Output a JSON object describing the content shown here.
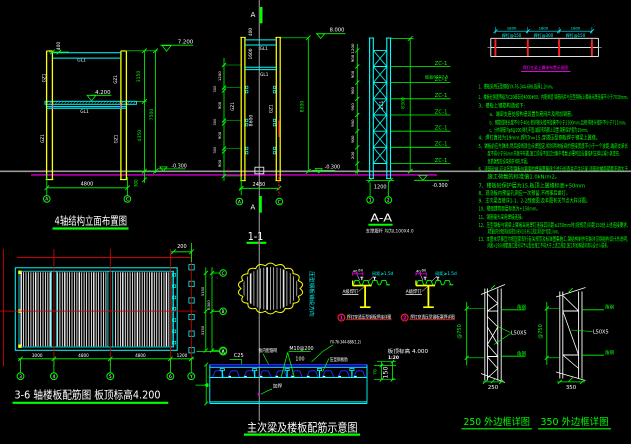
{
  "drawing": {
    "type": "structural CAD drawing",
    "background": "#000000",
    "accent_colors": {
      "green": "#00ff00",
      "cyan": "#00ffff",
      "yellow": "#ffff00",
      "red": "#ff0000",
      "magenta": "#ff00ff",
      "white": "#ffffff",
      "blue": "#2222ff",
      "gray": "#9a9a9a"
    }
  },
  "elev": {
    "title": "4轴结构立面布置图",
    "lvl_top": "7.200",
    "lvl_mid": "4.200",
    "lvl_ground": "-0.300",
    "beam_top": "GL1",
    "beam_mid": "GL1",
    "col_left": "GZ1",
    "col_right": "GZ1",
    "col_left2": "GZ1",
    "col_right2": "GZ1",
    "dim_400": "400",
    "dim_3150": "3150",
    "dim_4350": "4350",
    "dim_7500": "7500",
    "dim_300": "300",
    "dim_4800": "4800",
    "grid_a": "A",
    "grid_c": "C"
  },
  "sec11": {
    "title": "1-1",
    "marker_top": "A",
    "marker_bot": "A",
    "beam1": "GL1",
    "beam2": "GL1",
    "col_left": "GZ1",
    "col_right": "GZ1",
    "dim_400": "400",
    "dim_1600": "1600",
    "dim_8600": "8600",
    "dim_8300": "8300",
    "dim_2430": "2430",
    "grid_a": "A",
    "grid_c": "C",
    "stack": [
      "1200",
      "900",
      "900",
      "900"
    ],
    "stack2": [
      "300",
      "300",
      "300"
    ]
  },
  "aa": {
    "title": "A-A",
    "subtitle": "支撑腹杆 均为L100X4.0",
    "lvl_top": "8.000",
    "lvl_ground_l": "-0.300",
    "lvl_ground_r": "-0.300",
    "dim_8300": "8300",
    "dim_1200": "1200",
    "grid_1": "1",
    "grid_2": "2",
    "col_label": "ZC1",
    "zc": [
      "ZC-1",
      "ZC-1",
      "ZC-1",
      "ZC-1",
      "ZC-1",
      "ZC-1",
      "ZC-1"
    ],
    "zc_note": "缀板60X2.5",
    "stack": [
      "1200",
      "900",
      "900",
      "900",
      "900",
      "900",
      "900",
      "200"
    ]
  },
  "studs": {
    "title": "焊钉在梁上翼缘布置示意图",
    "bays": [
      "焊钉@150",
      "焊钉@300",
      "焊钉@150"
    ],
    "dims": [
      "1800",
      "1800",
      "1800"
    ]
  },
  "notes": [
    {
      "t": "1、楼板采用压型钢板YX-76-344-688,板厚1.2mm。",
      "x": 478.5
    },
    {
      "t": "2、楼板砼强度等级为C20细石砼4000#00、内配单层 钢筋网片与压型钢板上翼缘点焊连接不小于7X30mm。",
      "x": 478.5
    },
    {
      "t": "3、楼板上钢筋构造如下:",
      "x": 478.5
    },
    {
      "t": "a、端部支座处按构造设置负筋网片及附加钢筋。",
      "x": 489.5
    },
    {
      "t": "b、钢筋搭接长度不小于40d,相邻接头错开距离不小于2300mm,且相邻接头错开不小于711mm。",
      "x": 489.5
    },
    {
      "t": "c、分布钢筋为φ6@200,绑扎牢固,端部弯钩朝上设置,钢筋保护层为15mm。",
      "x": 489.5
    },
    {
      "t": "4、焊钉直径为19mm,焊钉h=15,穿透压型钢板焊于钢梁上翼缘。",
      "x": 478.5
    },
    {
      "t": "5、铺板前应先弹线,然后按线就位点焊固定,相邻两块板间的搭接宽度不小于一个波距,端部支承长",
      "x": 478.5
    },
    {
      "t": "度不得小于50mm并居中布置,施工阶段不宜过分集中堆载,必要时应设置临时支撑以减小其变形,",
      "x": 487.5
    },
    {
      "t": "负筋端部应设弯钩并绑扎牢固。",
      "x": 487.5
    },
    {
      "t": "6、浇筑砼前,应对压型钢板与钢梁的焊接质量逐个进行检查并产生记录,浇筑时楼面荷载不得大于",
      "x": 478.5
    },
    {
      "t": "施工荷载的标准值1.0kN/m2。",
      "x": 487.5
    },
    {
      "t": "7、楼板砼保护层为15,板顶上翼缘标高+50mm",
      "x": 478.5
    },
    {
      "t": "8、现浇板内预留孔洞应一次预留,不得事后凿打。",
      "x": 478.5
    },
    {
      "t": "9、主次梁连接详1-1、2-2剖面图,及本图有关节点大样详图。",
      "x": 478.5
    },
    {
      "t": "10、楼面建筑面层标高为+150mm。",
      "x": 478.5
    },
    {
      "t": "11、钢筋接头采用焊接连接。",
      "x": 478.5
    },
    {
      "t": "12、压型钢板与钢梁上翼缘采用焊钉连接其间距≤250mm时(按规范)间距150处上述连接要求,",
      "x": 478.5
    },
    {
      "t": "其质量应符合钢结构验收规范(GB50205-95)之规定,焊后逐个检查1.0mm。",
      "x": 487.5
    },
    {
      "t": "13、本图未尽事宜均按国家现行有关规范及标准图集施工,钢结构制作安装详见钢结构设计总说明,",
      "x": 478.5
    },
    {
      "t": "间距<2500钢筋施工图另详予以配合施工不得大于上述之规定,施工时如有疑问请与设计人联系。",
      "x": 487.5
    }
  ],
  "plan": {
    "title": "3-6 轴楼板配筋图  板顶标高4.200",
    "dim_200": "200",
    "dims_bottom": [
      "3000",
      "4800",
      "4800",
      "1200"
    ],
    "grids_bottom": [
      "3",
      "4",
      "5",
      "6",
      "Y"
    ],
    "grids_right": [
      "C",
      "B",
      "A"
    ],
    "dims_right": [
      "3150",
      "6300",
      "3150"
    ]
  },
  "cloud": {
    "label": "压型钢板铺设方向"
  },
  "comp": {
    "title": "主次梁及楼板配筋示意图",
    "deck_type": "YX-76-344-688(1.2)",
    "mesh": "板内配筋网",
    "stud_top": "M10@200",
    "stud_bot": "100",
    "deck_rib": "压型钢板肋",
    "conc": "C25",
    "weld": "加焊",
    "grid_a": "A",
    "lvl": "板顶标高 4.000",
    "lvl2": "1:20",
    "dim_76": "76",
    "dim_150": "150"
  },
  "det": {
    "d1_no": "1",
    "d1_label": "焊钉穿透压型钢板焊接详图",
    "d2_no": "2",
    "d2_label": "焊钉穿透压型钢板塞焊详图",
    "d1_dim_40": "40",
    "d1_dim_60": "60",
    "d2_dim_40": "40",
    "d2_dim_60": "60",
    "d1_note": "间距≥1.5d",
    "d2_note": "间距≥1.5d",
    "d1_stud": "A级焊钉",
    "d2_stud": "A级焊钉"
  },
  "t250": {
    "title": "250 外边框详图",
    "dim": "250",
    "pitch": "@750",
    "angle": "L50X5",
    "chord_top": "角钢",
    "chord_bot": "角钢"
  },
  "t350": {
    "title": "350 外边框详图",
    "dim": "350",
    "pitch": "@750",
    "angle": "L50X5",
    "chord_top": "角钢",
    "chord_bot": "角钢"
  }
}
